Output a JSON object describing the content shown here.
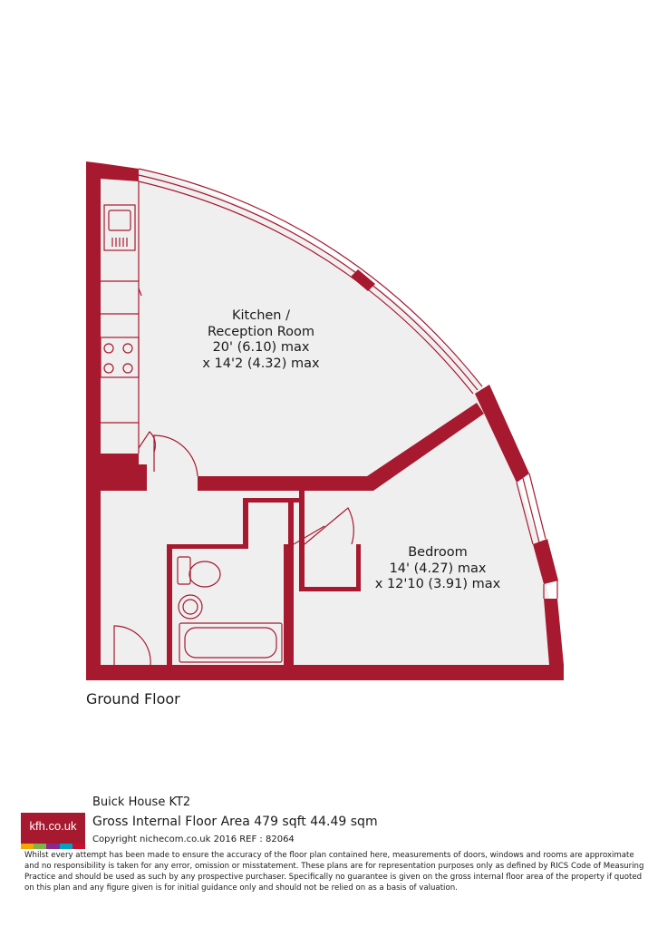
{
  "rooms": {
    "kitchen": {
      "name_line1": "Kitchen /",
      "name_line2": "Reception Room",
      "dim1": "20' (6.10) max",
      "dim2": "x 14'2 (4.32) max"
    },
    "bedroom": {
      "name": "Bedroom",
      "dim1": "14' (4.27) max",
      "dim2": "x 12'10 (3.91) max"
    }
  },
  "floor_label": "Ground Floor",
  "logo": {
    "text": "kfh.co.uk",
    "bar_colors": [
      "#f2a900",
      "#7ab648",
      "#8a2a8c",
      "#00a3c4",
      "#c8102e"
    ]
  },
  "property": {
    "name": "Buick House  KT2",
    "area": "Gross Internal Floor Area 479 sqft 44.49 sqm",
    "copyright": "Copyright nichecom.co.uk 2016 REF : 82064"
  },
  "disclaimer": "Whilst every attempt has been made to ensure the accuracy of the floor plan contained here, measurements of doors, windows and rooms are approximate and no responsibility is taken for any error, omission or misstatement.  These plans are for representation purposes only as defined by RICS Code of Measuring Practice and should be used as such by any prospective purchaser.  Specifically no guarantee is given on the gross internal floor area of the property if quoted on this plan and any figure given is for initial guidance only and should not be relied on as a basis of valuation.",
  "colors": {
    "wall": "#a6192e",
    "floor": "#f0eff0",
    "text": "#1a1a1a"
  }
}
